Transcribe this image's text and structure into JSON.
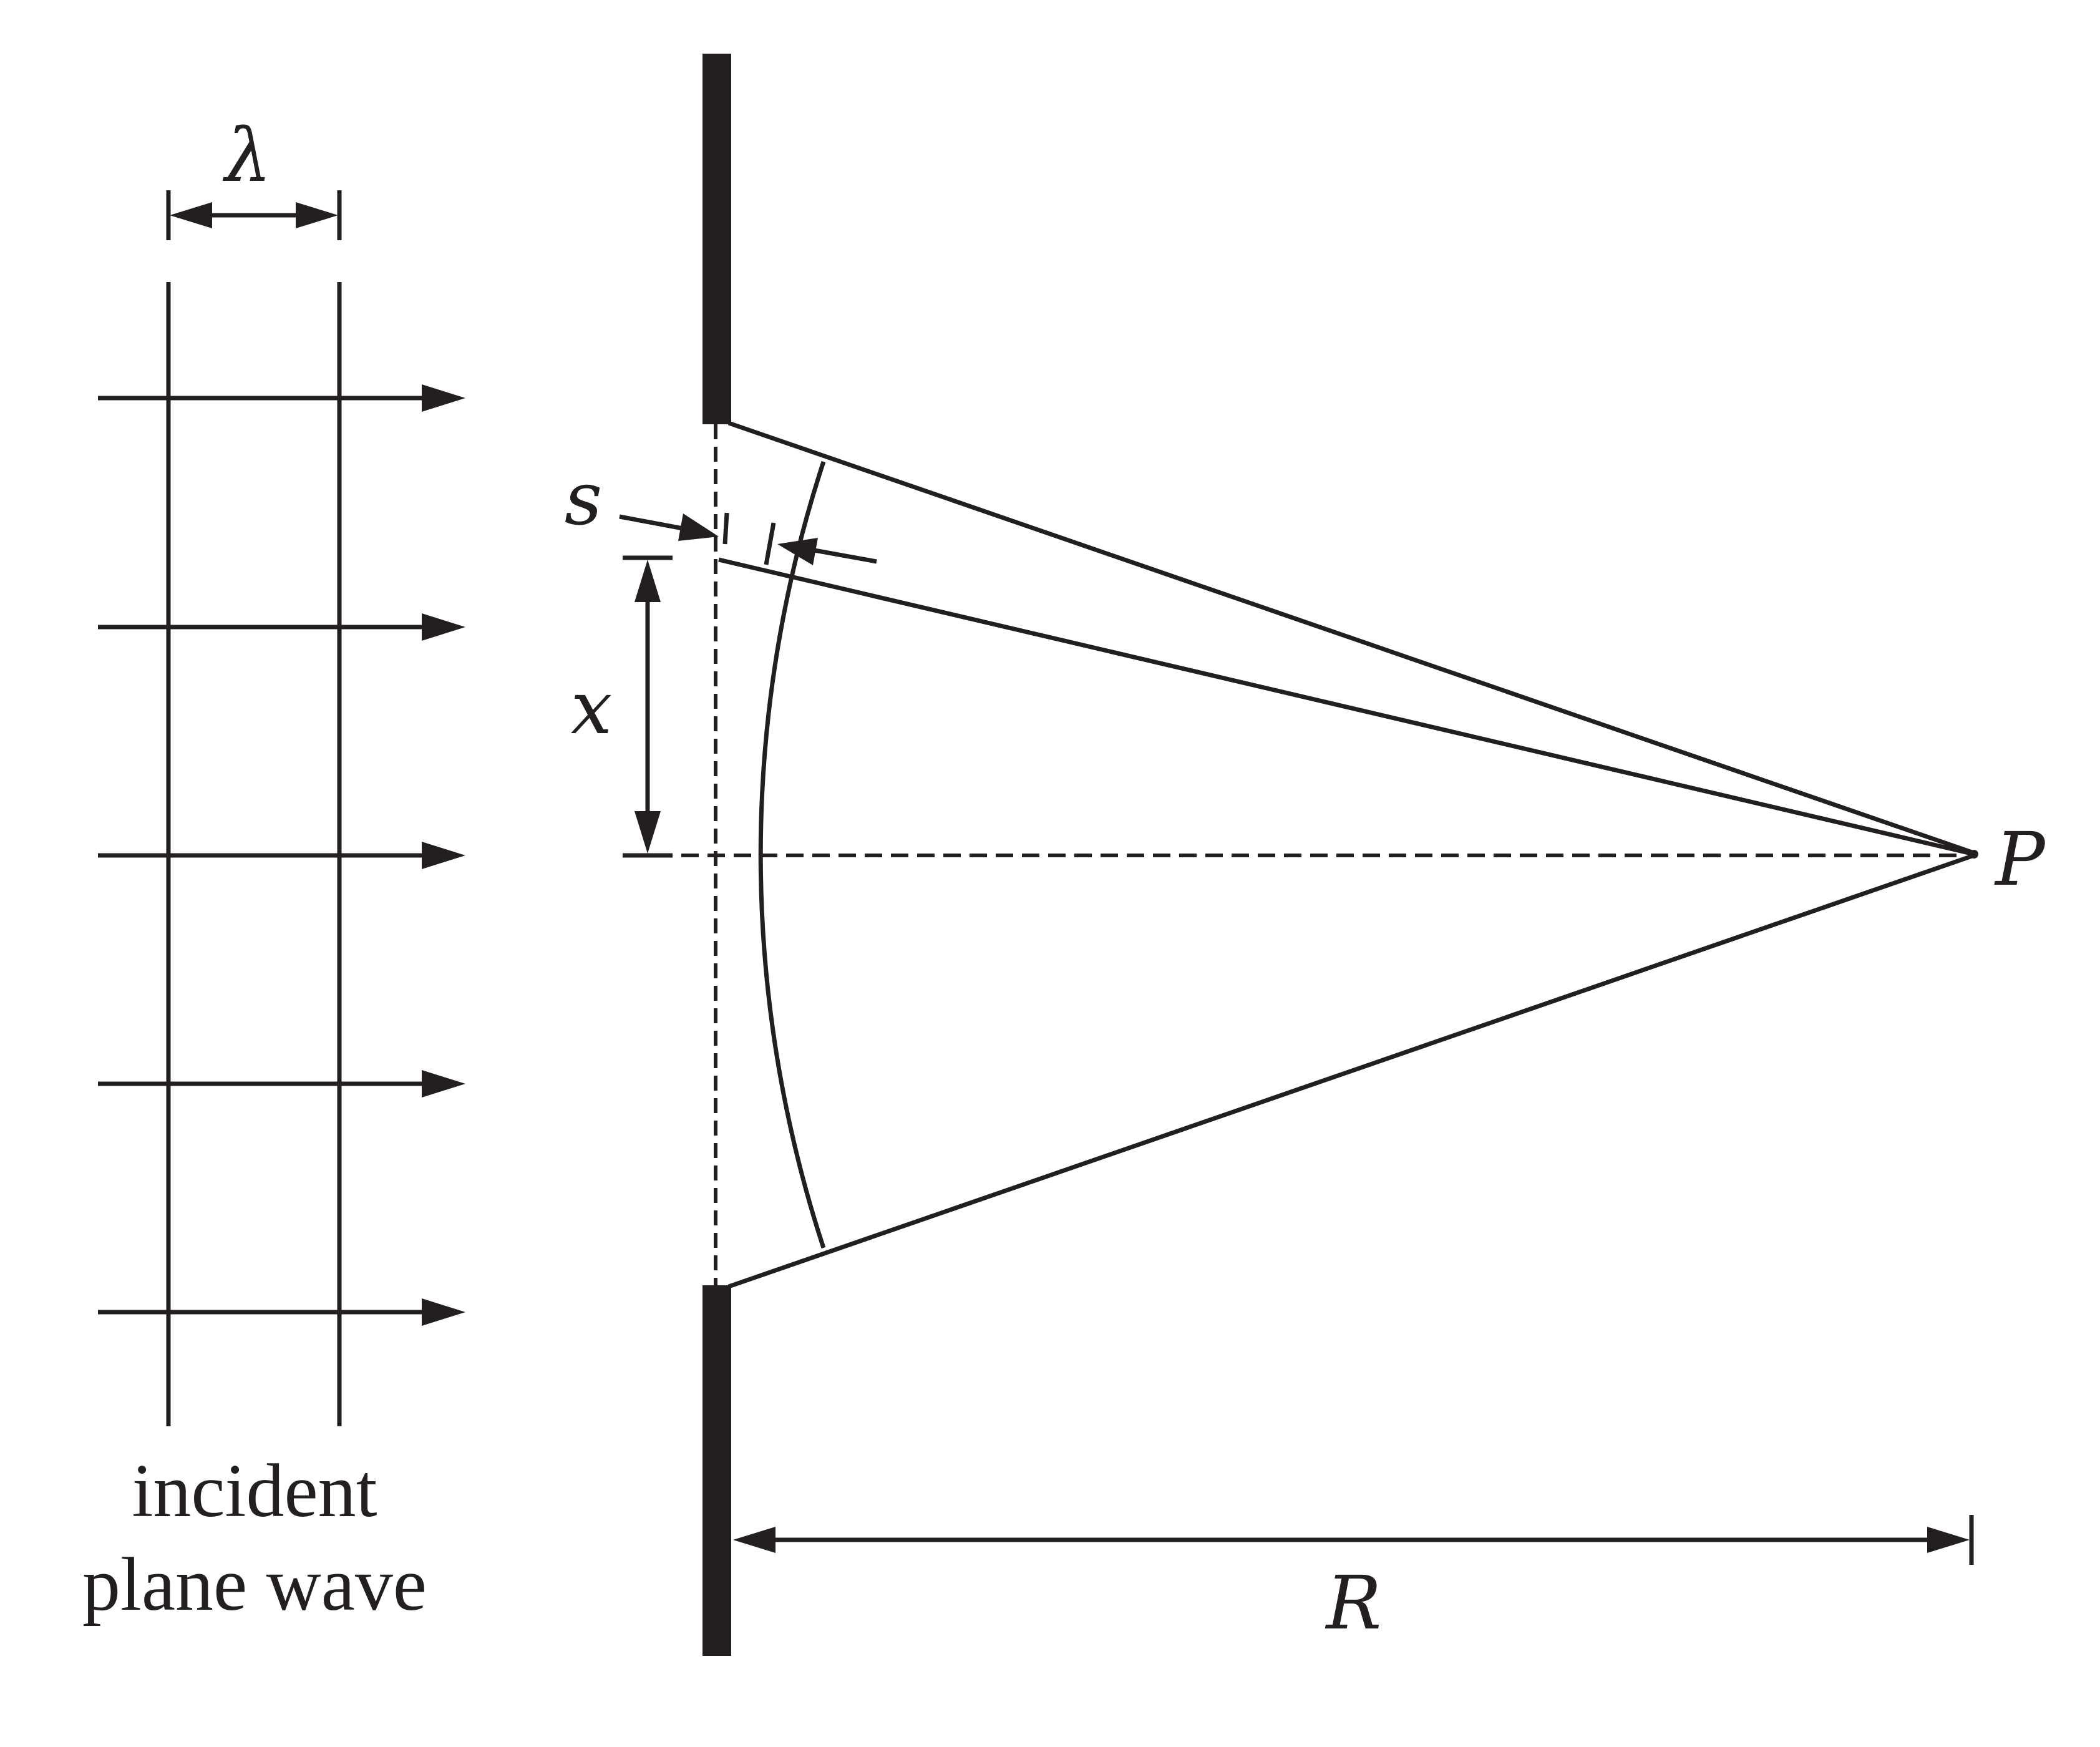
{
  "labels": {
    "wavelength": "λ",
    "arc_gap": "s",
    "offset": "x",
    "point": "P",
    "distance": "R"
  },
  "caption": {
    "line1": "incident",
    "line2": "plane wave"
  },
  "colors": {
    "ink": "#231f20",
    "background": "#ffffff"
  }
}
